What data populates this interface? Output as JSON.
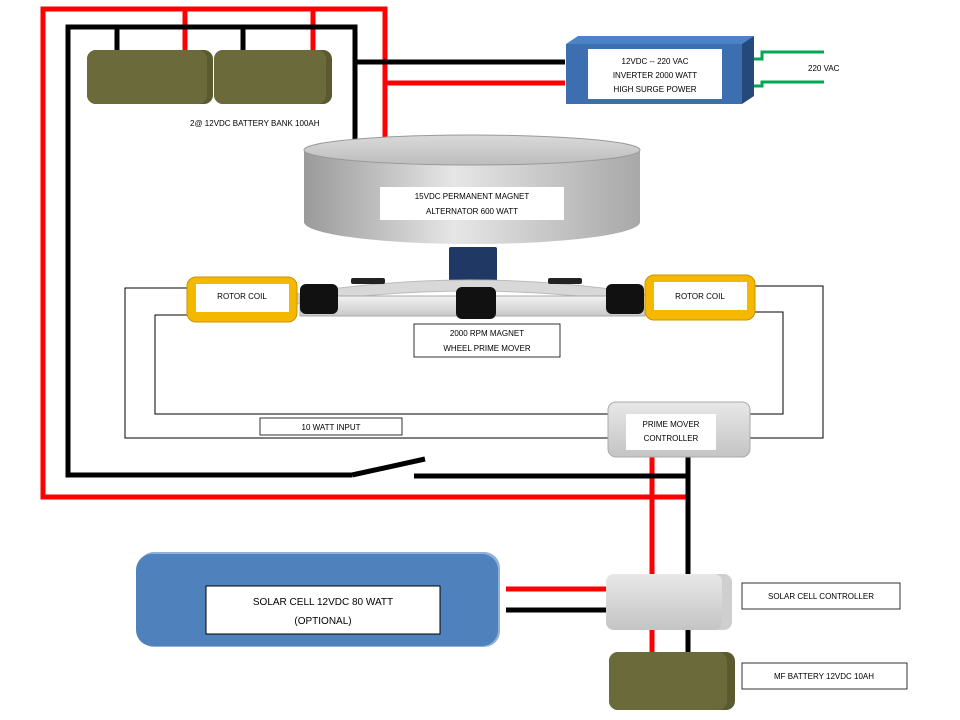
{
  "battery_bank": {
    "label": "2@ 12VDC BATTERY BANK 100AH"
  },
  "inverter": {
    "line1": "12VDC -- 220 VAC",
    "line2": "INVERTER 2000 WATT",
    "line3": "HIGH SURGE POWER",
    "output_label": "220 VAC"
  },
  "alternator": {
    "line1": "15VDC PERMANENT MAGNET",
    "line2": "ALTERNATOR 600 WATT"
  },
  "rotor_coil_left": {
    "label": "ROTOR COIL"
  },
  "rotor_coil_right": {
    "label": "ROTOR COIL"
  },
  "magnet_wheel": {
    "line1": "2000 RPM MAGNET",
    "line2": "WHEEL PRIME MOVER"
  },
  "input_label": "10 WATT INPUT",
  "prime_mover_controller": {
    "line1": "PRIME MOVER",
    "line2": "CONTROLLER"
  },
  "solar_cell": {
    "line1": "SOLAR CELL 12VDC 80 WATT",
    "line2": "(OPTIONAL)"
  },
  "solar_controller": {
    "label": "SOLAR CELL CONTROLLER"
  },
  "mf_battery": {
    "label": "MF BATTERY 12VDC 10AH"
  },
  "colors": {
    "positive_wire": "#ff0000",
    "negative_wire": "#000000",
    "ac_wire": "#00a651",
    "battery": "#6b6a3a",
    "inverter": "#3d6fb0",
    "solar_panel": "#4f81bd",
    "rotor_coil": "#f5b800"
  }
}
